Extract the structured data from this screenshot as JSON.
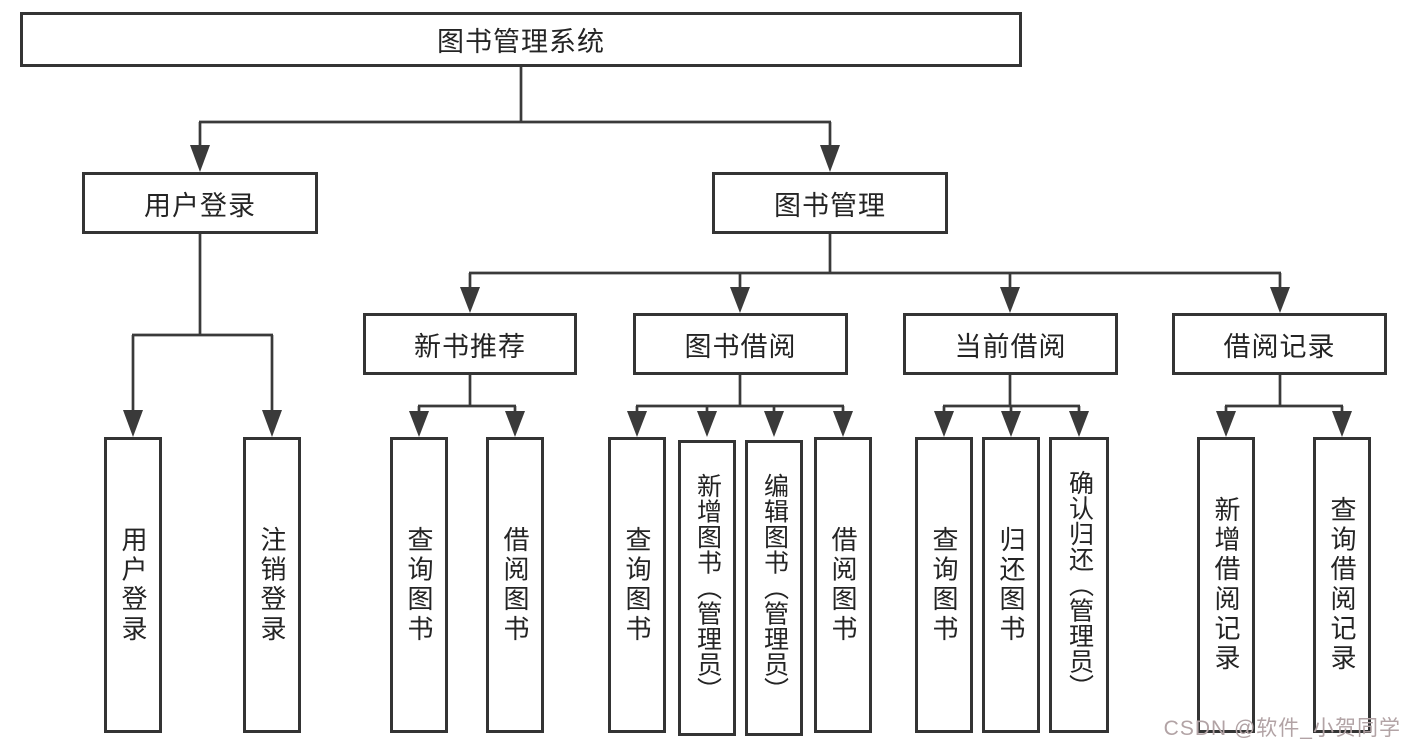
{
  "tree": {
    "label": "图书管理系统",
    "children": [
      {
        "label": "用户登录",
        "children": [
          {
            "label": "用户登录"
          },
          {
            "label": "注销登录"
          }
        ]
      },
      {
        "label": "图书管理",
        "children": [
          {
            "label": "新书推荐",
            "children": [
              {
                "label": "查询图书"
              },
              {
                "label": "借阅图书"
              }
            ]
          },
          {
            "label": "图书借阅",
            "children": [
              {
                "label": "查询图书"
              },
              {
                "label": "新增图书（管理员）"
              },
              {
                "label": "编辑图书（管理员）"
              },
              {
                "label": "借阅图书"
              }
            ]
          },
          {
            "label": "当前借阅",
            "children": [
              {
                "label": "查询图书"
              },
              {
                "label": "归还图书"
              },
              {
                "label": "确认归还（管理员）"
              }
            ]
          },
          {
            "label": "借阅记录",
            "children": [
              {
                "label": "新增借阅记录"
              },
              {
                "label": "查询借阅记录"
              }
            ]
          }
        ]
      }
    ]
  },
  "watermark": {
    "text": "CSDN @软件_小贺同学"
  },
  "colors": {
    "line": "#3a3a3a",
    "box_border": "#343434",
    "text": "#242424",
    "background": "#ffffff",
    "watermark": "#b2a3a5"
  }
}
